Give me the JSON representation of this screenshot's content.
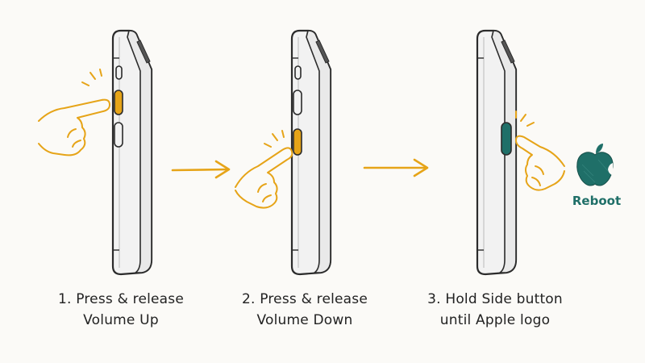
{
  "steps": [
    {
      "number": "1.",
      "line1": "Press & release",
      "line2": "Volume Up"
    },
    {
      "number": "2.",
      "line1": "Press & release",
      "line2": "Volume Down"
    },
    {
      "number": "3.",
      "line1": "Hold Side button",
      "line2": "until Apple logo"
    }
  ],
  "result": {
    "label": "Reboot",
    "icon": "apple-logo-icon"
  },
  "colors": {
    "accent_orange": "#e6a418",
    "accent_teal": "#1f6f68",
    "outline": "#2b2b2b",
    "background": "#fbfaf7"
  }
}
